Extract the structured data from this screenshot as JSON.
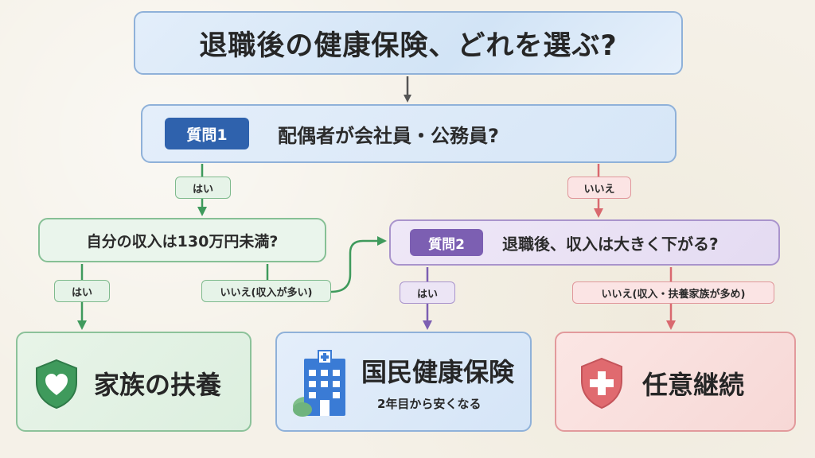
{
  "title": "退職後の健康保険、どれを選ぶ?",
  "question1": {
    "badge": "質問1",
    "text": "配偶者が会社員・公務員?"
  },
  "branch1": {
    "yes": "はい",
    "no": "いいえ"
  },
  "question_income": {
    "text": "自分の収入は130万円未満?"
  },
  "branch_income": {
    "yes": "はい",
    "no": "いいえ(収入が多い)"
  },
  "question2": {
    "badge": "質問2",
    "text": "退職後、収入は大きく下がる?"
  },
  "branch2": {
    "yes": "はい",
    "no": "いいえ(収入・扶養家族が多め)"
  },
  "results": {
    "family": {
      "title": "家族の扶養",
      "icon": "shield-heart-icon"
    },
    "national": {
      "title": "国民健康保険",
      "subtitle": "2年目から安くなる",
      "icon": "hospital-building-icon"
    },
    "voluntary": {
      "title": "任意継続",
      "icon": "shield-cross-icon"
    }
  },
  "colors": {
    "blue": "#2f62ad",
    "green": "#3f9a5c",
    "purple": "#7c5fb2",
    "pink": "#d9696f",
    "arrow_dark": "#555555"
  }
}
